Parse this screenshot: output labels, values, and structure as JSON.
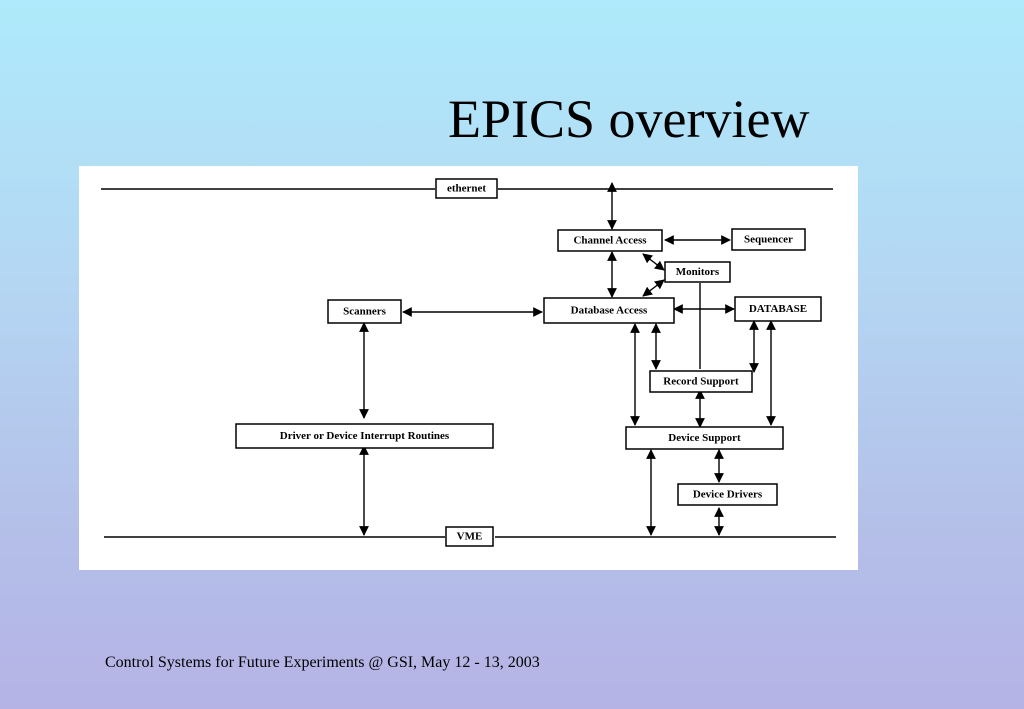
{
  "slide": {
    "title": "EPICS overview",
    "footer": "Control Systems for Future Experiments @ GSI, May 12 - 13, 2003"
  },
  "diagram": {
    "buses": {
      "top": "ethernet",
      "bottom": "VME"
    },
    "components": {
      "channel_access": "Channel Access",
      "sequencer": "Sequencer",
      "monitors": "Monitors",
      "scanners": "Scanners",
      "database_access": "Database Access",
      "database": "DATABASE",
      "record_support": "Record Support",
      "driver_interrupt_routines": "Driver or Device Interrupt Routines",
      "device_support": "Device Support",
      "device_drivers": "Device Drivers"
    }
  }
}
